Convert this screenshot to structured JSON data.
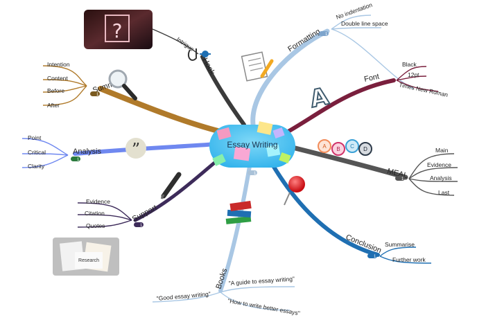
{
  "center": {
    "title": "Essay Writing"
  },
  "branches": {
    "hook": {
      "label": "Hook",
      "sub": "Intrigue",
      "color": "#3b3b3b"
    },
    "formatting": {
      "label": "Formatting",
      "color": "#a9c7e4",
      "badge": "1",
      "items": [
        "No indentation",
        "Double line space"
      ]
    },
    "font": {
      "label": "Font",
      "color": "#7a1f3d",
      "items": [
        "Black",
        "12pt",
        "Times New Roman"
      ]
    },
    "meal": {
      "label": "MEAL",
      "color": "#555555",
      "badge": "1",
      "items": [
        "Main",
        "Evidence",
        "Analysis",
        "Last"
      ],
      "icon_letters": [
        "A",
        "B",
        "C",
        "D"
      ]
    },
    "conclusion": {
      "label": "Conclusion",
      "color": "#1f6fb2",
      "badge": "1",
      "items": [
        "Summarise",
        "Further work"
      ]
    },
    "books": {
      "label": "Books",
      "color": "#a9c7e4",
      "badge": "1",
      "items": [
        "\"Good essay writing\"",
        "\"A guide to essay writing\"",
        "\"How to write better essays\""
      ]
    },
    "support": {
      "label": "Support",
      "color": "#3d2b5a",
      "badge": "1",
      "items": [
        "Evidence",
        "Citation",
        "Quotes"
      ]
    },
    "analysis": {
      "label": "Analysis",
      "color": "#6f88f0",
      "badge": "1",
      "items": [
        "Point",
        "Critical",
        "Clarity"
      ]
    },
    "summary": {
      "label": "Summary",
      "color": "#b07a2a",
      "badge": "1",
      "items": [
        "Intention",
        "Content",
        "Before",
        "After"
      ]
    }
  },
  "images": {
    "question_photo": "question-mark-neon-photo",
    "notes_photo_text": "Research"
  }
}
